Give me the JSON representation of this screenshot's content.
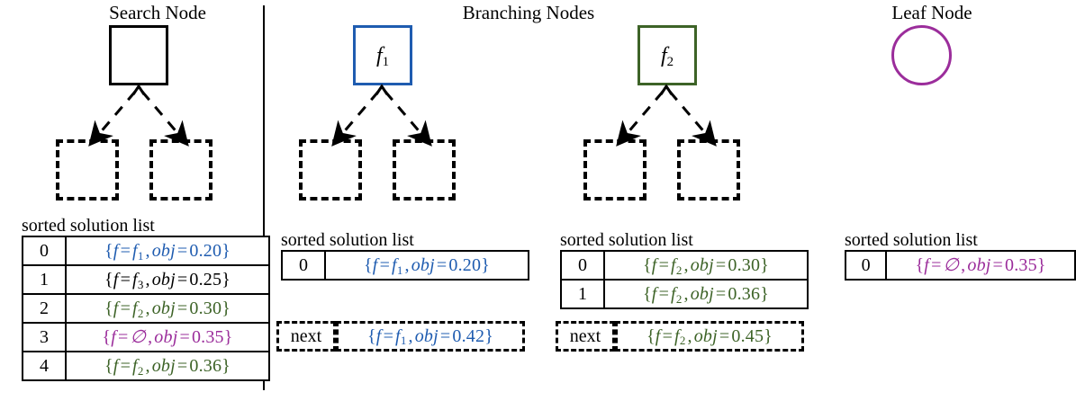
{
  "colors": {
    "blue": "#1f5cb0",
    "green": "#3d6327",
    "purple": "#9b2d9b",
    "black": "#000000"
  },
  "titles": {
    "search": "Search Node",
    "branching": "Branching Nodes",
    "leaf": "Leaf Node"
  },
  "labels": {
    "sorted_solution_list": "sorted solution list",
    "next": "next"
  },
  "nodes": {
    "search": {
      "label": "",
      "sub": "",
      "shape": "square",
      "color": "#000000"
    },
    "branch1": {
      "label": "f",
      "sub": "1",
      "shape": "square",
      "color": "#1f5cb0"
    },
    "branch2": {
      "label": "f",
      "sub": "2",
      "shape": "square",
      "color": "#3d6327"
    },
    "leaf": {
      "label": "",
      "sub": "",
      "shape": "circle",
      "color": "#9b2d9b"
    }
  },
  "columns": [
    {
      "id": "search-node",
      "title": "Search Node",
      "caption": "sorted solution list",
      "rows": [
        {
          "index": "0",
          "f": "f",
          "fsub": "1",
          "obj": "0.20",
          "color": "#1f5cb0",
          "text": "{f = f1, obj = 0.20}"
        },
        {
          "index": "1",
          "f": "f",
          "fsub": "3",
          "obj": "0.25",
          "color": "#000000",
          "text": "{f = f3, obj = 0.25}"
        },
        {
          "index": "2",
          "f": "f",
          "fsub": "2",
          "obj": "0.30",
          "color": "#3d6327",
          "text": "{f = f2, obj = 0.30}"
        },
        {
          "index": "3",
          "f": "∅",
          "fsub": "",
          "obj": "0.35",
          "color": "#9b2d9b",
          "text": "{f = ∅, obj = 0.35}"
        },
        {
          "index": "4",
          "f": "f",
          "fsub": "2",
          "obj": "0.36",
          "color": "#3d6327",
          "text": "{f = f2, obj = 0.36}"
        }
      ],
      "next": null
    },
    {
      "id": "branching-node-f1",
      "title": "",
      "caption": "sorted solution list",
      "rows": [
        {
          "index": "0",
          "f": "f",
          "fsub": "1",
          "obj": "0.20",
          "color": "#1f5cb0",
          "text": "{f = f1, obj = 0.20}"
        }
      ],
      "next": {
        "label": "next",
        "f": "f",
        "fsub": "1",
        "obj": "0.42",
        "color": "#1f5cb0",
        "text": "{f = f1, obj = 0.42}"
      }
    },
    {
      "id": "branching-node-f2",
      "title": "",
      "caption": "sorted solution list",
      "rows": [
        {
          "index": "0",
          "f": "f",
          "fsub": "2",
          "obj": "0.30",
          "color": "#3d6327",
          "text": "{f = f2, obj = 0.30}"
        },
        {
          "index": "1",
          "f": "f",
          "fsub": "2",
          "obj": "0.36",
          "color": "#3d6327",
          "text": "{f = f2, obj = 0.36}"
        }
      ],
      "next": {
        "label": "next",
        "f": "f",
        "fsub": "2",
        "obj": "0.45",
        "color": "#3d6327",
        "text": "{f = f2, obj = 0.45}"
      }
    },
    {
      "id": "leaf-node",
      "title": "Leaf Node",
      "caption": "sorted solution list",
      "rows": [
        {
          "index": "0",
          "f": "∅",
          "fsub": "",
          "obj": "0.35",
          "color": "#9b2d9b",
          "text": "{f = ∅, obj = 0.35}"
        }
      ],
      "next": null
    }
  ]
}
